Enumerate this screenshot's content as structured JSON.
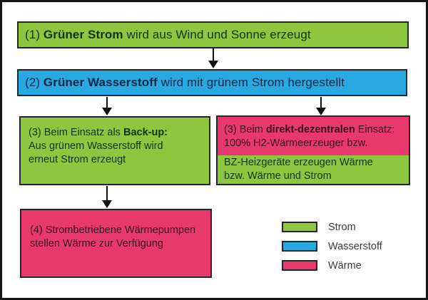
{
  "boxes": {
    "box1": {
      "prefix": "(1) ",
      "bold": "Grüner Strom",
      "suffix": " wird aus Wind und Sonne erzeugt",
      "fill": "#8dc63f"
    },
    "box2": {
      "prefix": "(2) ",
      "bold": "Grüner Wasserstoff",
      "suffix": " wird mit grünem Strom hergestellt",
      "fill": "#29a9e1"
    },
    "box3_backup": {
      "line1_prefix": "(3) Beim Einsatz als ",
      "line1_bold": "Back-up:",
      "line2": "Aus grünem Wasserstoff wird",
      "line3": "erneut Strom erzeugt",
      "fill": "#8dc63f"
    },
    "box3_direct": {
      "line1_prefix": "(3) Beim ",
      "line1_bold": "direkt-dezentralen",
      "line1_suffix": " Einsatz:",
      "line2": "100% H2-Wärmeerzeuger bzw.",
      "line3": "BZ-Heizgeräte erzeugen Wärme",
      "line4": "bzw. Wärme und Strom",
      "fill_top": "#e8396f",
      "fill_bottom": "#8dc63f"
    },
    "box4": {
      "line1": "(4) Strombetriebene Wärmepumpen",
      "line2": "stellen Wärme zur Verfügung",
      "fill": "#e8396f"
    }
  },
  "legend": {
    "items": [
      {
        "label": "Strom",
        "color": "#8dc63f"
      },
      {
        "label": "Wasserstoff",
        "color": "#29a9e1"
      },
      {
        "label": "Wärme",
        "color": "#e8396f"
      }
    ]
  },
  "colors": {
    "strom_green": "#8dc63f",
    "wasserstoff_blue": "#29a9e1",
    "waerme_pink": "#e8396f",
    "frame_black": "#161616"
  }
}
